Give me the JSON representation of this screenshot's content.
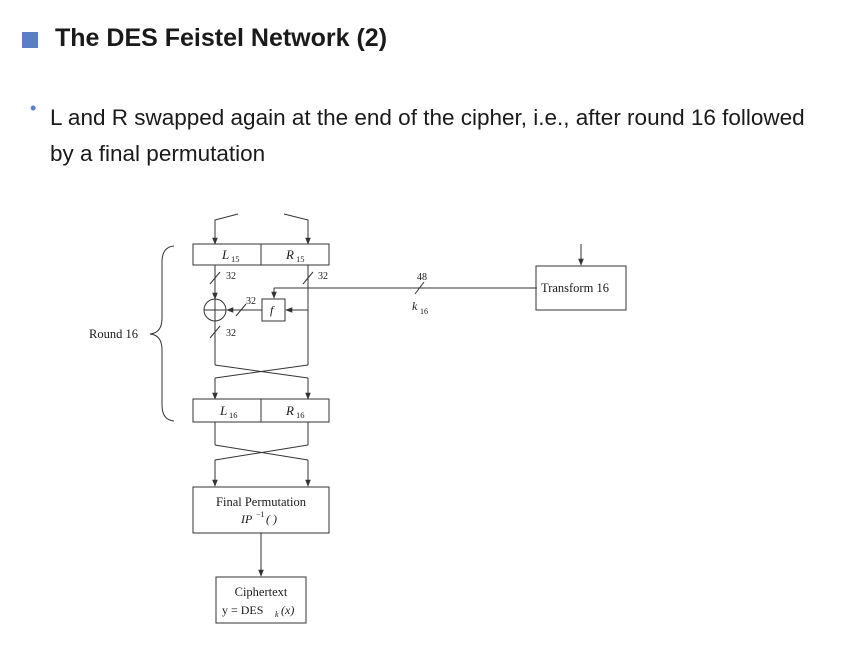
{
  "slide": {
    "title": "The DES Feistel Network (2)",
    "bullet": "L and R swapped again at the end of the cipher, i.e., after round 16 followed by a final permutation"
  },
  "diagram": {
    "round_label": "Round 16",
    "l15": "L",
    "l15_sub": "15",
    "r15": "R",
    "r15_sub": "15",
    "l16": "L",
    "l16_sub": "16",
    "r16": "R",
    "r16_sub": "16",
    "width_left_top": "32",
    "width_right_top": "32",
    "width_to_xor": "32",
    "width_left_bottom": "32",
    "key_width": "48",
    "key": "k",
    "key_sub": "16",
    "f_label": "f",
    "transform_label": "Transform 16",
    "final_perm_label": "Final Permutation",
    "final_perm_formula": "IP",
    "final_perm_sup": "−1",
    "final_perm_arg": "( )",
    "ciphertext_label": "Ciphertext",
    "ciphertext_formula": "y = DES",
    "ciphertext_sub": "k",
    "ciphertext_arg": "(x)"
  },
  "colors": {
    "accent": "#5b7fc4",
    "line": "#333333"
  }
}
